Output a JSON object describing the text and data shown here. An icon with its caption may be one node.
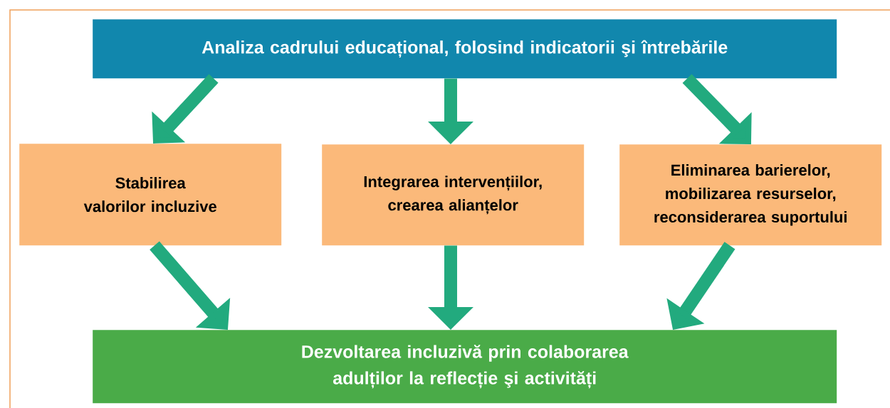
{
  "diagram": {
    "nodes": [
      {
        "text": [
          "Analiza cadrului educațional, folosind indicatorii şi întrebările"
        ]
      },
      {
        "text": [
          "Stabilirea valorilor incluzive"
        ]
      },
      {
        "text": [
          "Integrarea intervențiilor, crearea alianțelor"
        ]
      },
      {
        "text": [
          "Eliminarea barierelor, mobilizarea resurselor, reconsiderarea suportului"
        ]
      },
      {
        "text": [
          "Dezvoltarea incluzivă prin colaborarea adulților la reflecție şi activități"
        ]
      }
    ],
    "edges": [
      {
        "from": 0,
        "to": 1,
        "arrow": "to"
      },
      {
        "from": 0,
        "to": 2,
        "arrow": "to"
      },
      {
        "from": 0,
        "to": 3,
        "arrow": "to"
      },
      {
        "from": 1,
        "to": 4,
        "arrow": "to"
      },
      {
        "from": 2,
        "to": 4,
        "arrow": "to"
      },
      {
        "from": 3,
        "to": 4,
        "arrow": "to"
      }
    ]
  }
}
